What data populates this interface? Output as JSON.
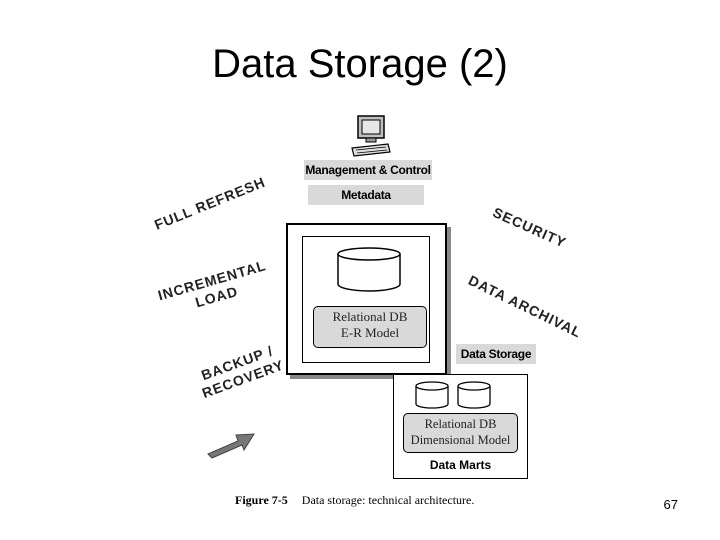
{
  "title": "Data Storage (2)",
  "page_number": "67",
  "diagram": {
    "management_control": "Management & Control",
    "metadata": "Metadata",
    "full_refresh": "FULL REFRESH",
    "incremental_load_1": "INCREMENTAL",
    "incremental_load_2": "LOAD",
    "backup_recovery_1": "BACKUP /",
    "backup_recovery_2": "RECOVERY",
    "security": "SECURITY",
    "data_archival": "DATA ARCHIVAL",
    "relational_db_er_1": "Relational DB",
    "relational_db_er_2": "E-R Model",
    "data_storage": "Data Storage",
    "relational_db_dim_1": "Relational DB",
    "relational_db_dim_2": "Dimensional Model",
    "data_marts": "Data Marts"
  },
  "caption": {
    "figure": "Figure 7-5",
    "text": "Data storage: technical architecture."
  },
  "icons": [
    "computer-icon",
    "cylinder-icon",
    "arrow-icon"
  ]
}
